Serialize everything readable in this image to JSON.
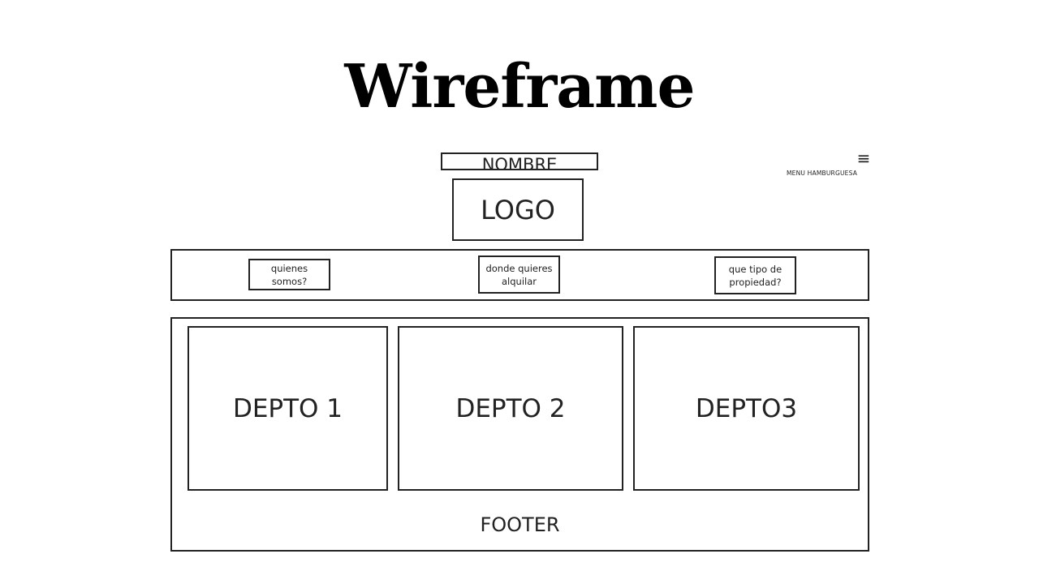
{
  "slide": {
    "title": "Wireframe"
  },
  "header": {
    "nombre": "NOMBRE",
    "logo": "LOGO",
    "menu_icon": "hamburger-menu-icon",
    "menu_label": "MENU HAMBURGUESA"
  },
  "nav": {
    "items": [
      {
        "label": "quienes somos?"
      },
      {
        "label": "donde quieres alquilar"
      },
      {
        "label": "que tipo de propiedad?"
      }
    ]
  },
  "content": {
    "cards": [
      {
        "label": "DEPTO 1"
      },
      {
        "label": "DEPTO 2"
      },
      {
        "label": "DEPTO3"
      }
    ],
    "footer": "FOOTER"
  }
}
